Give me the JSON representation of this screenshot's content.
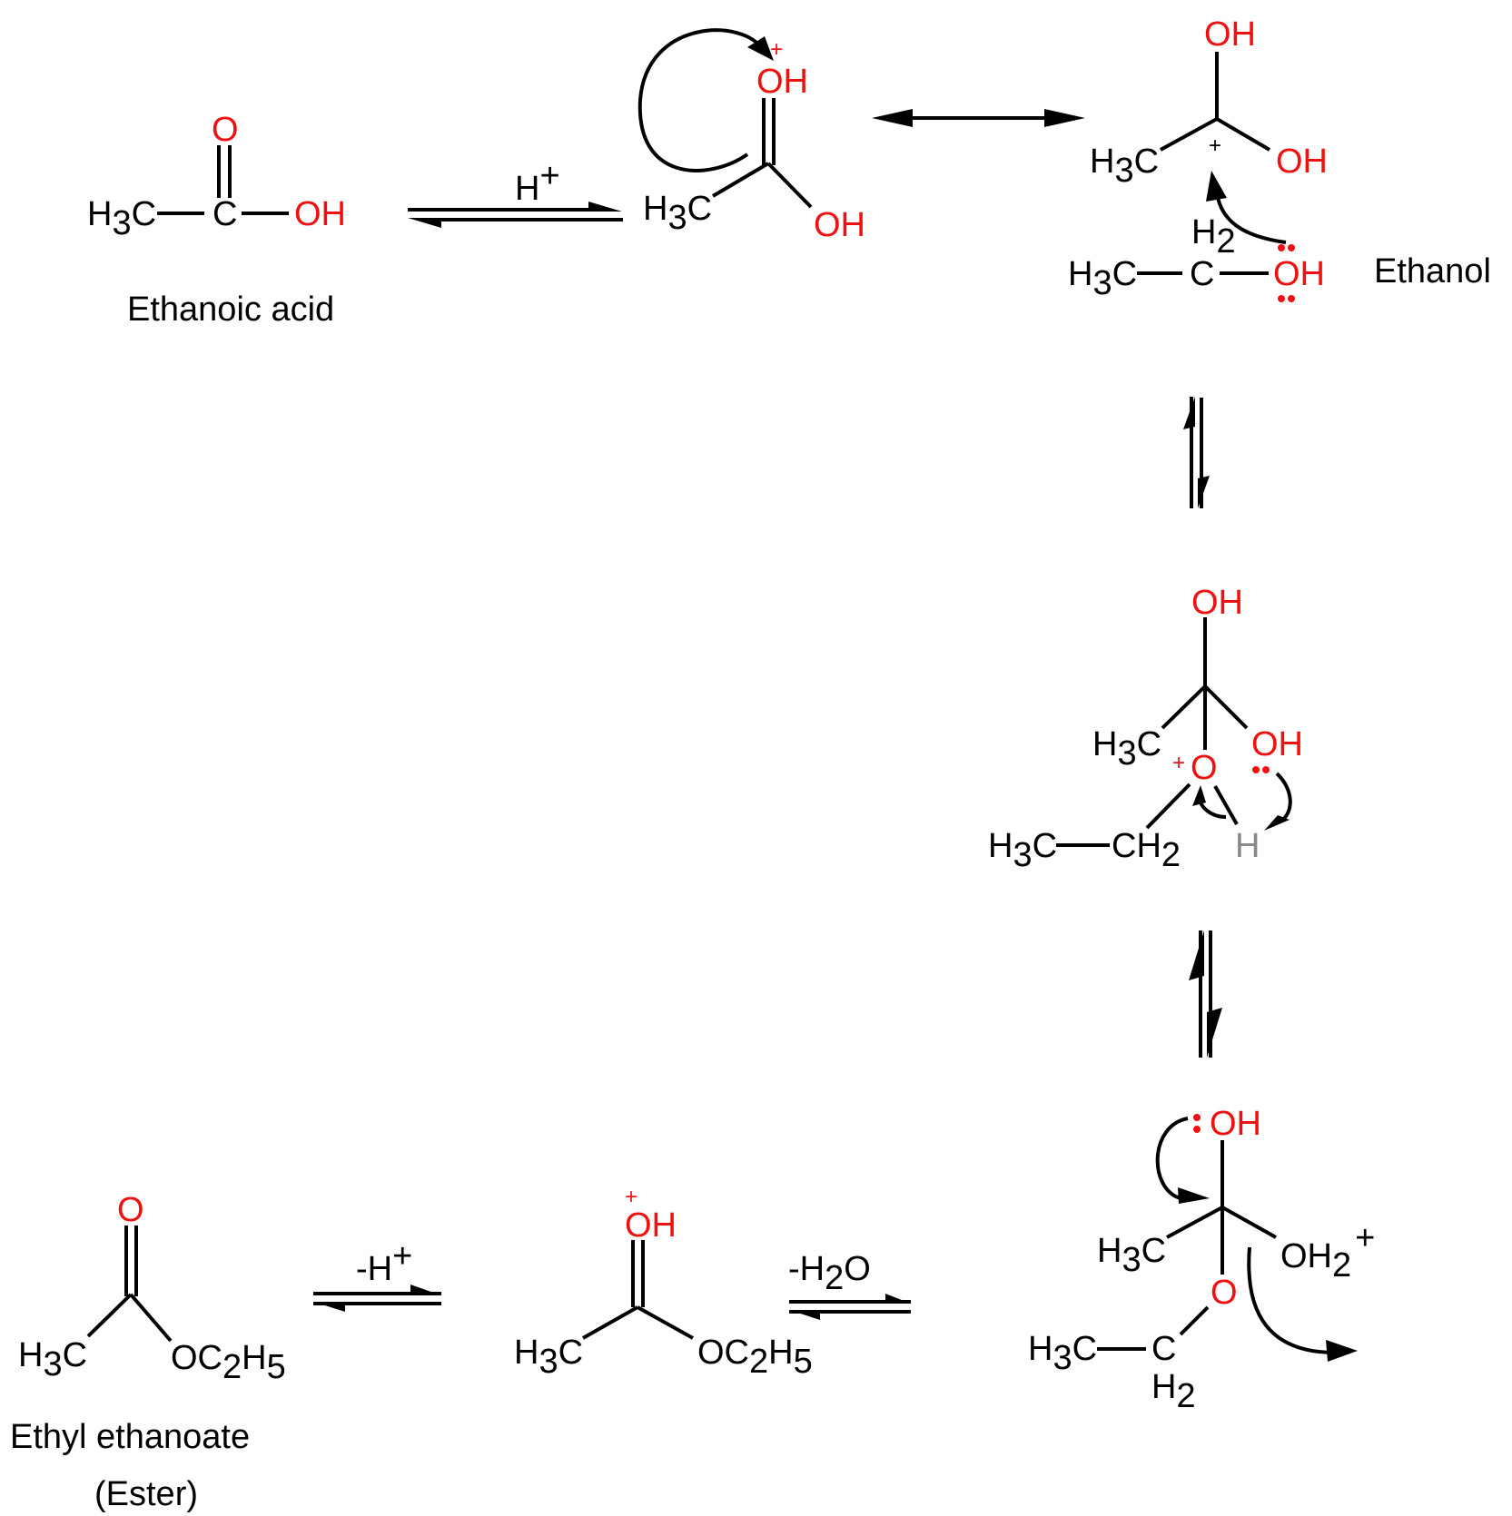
{
  "title": "Acid-catalysed esterification mechanism (Fischer esterification)",
  "colors": {
    "heteroatom": "#ee1111",
    "carbon": "#000000",
    "migrating_h": "#888888",
    "background": "#ffffff"
  },
  "molecules": {
    "ethanoic_acid": {
      "name": "Ethanoic acid",
      "atoms": {
        "ch3": "H",
        "ch3_sub": "3",
        "ch3_c": "C",
        "c": "C",
        "o_double": "O",
        "oh": "OH"
      }
    },
    "protonated_acid": {
      "atoms": {
        "ch3": "H",
        "ch3_sub": "3",
        "ch3_c": "C",
        "oh_plus": "OH",
        "charge": "+",
        "oh": "OH"
      }
    },
    "carbocation": {
      "atoms": {
        "ch3": "H",
        "ch3_sub": "3",
        "ch3_c": "C",
        "oh_top": "OH",
        "oh_right": "OH",
        "charge": "+"
      }
    },
    "ethanol": {
      "name": "Ethanol",
      "atoms": {
        "ch3": "H",
        "ch3_sub": "3",
        "ch3_c": "C",
        "ch2_h": "H",
        "ch2_sub": "2",
        "c": "C",
        "oh": "OH"
      }
    },
    "oxonium_intermediate": {
      "atoms": {
        "oh_top": "OH",
        "ch3": "H",
        "ch3_sub": "3",
        "ch3_c": "C",
        "oh_right": "OH",
        "o_plus": "O",
        "charge": "+",
        "ethyl_ch3": "H",
        "ethyl_ch3_sub": "3",
        "ethyl_ch3_c": "C",
        "ch2": "CH",
        "ch2_sub": "2",
        "h": "H"
      }
    },
    "water_leaving_intermediate": {
      "atoms": {
        "oh_top": "OH",
        "ch3": "H",
        "ch3_sub": "3",
        "ch3_c": "C",
        "oh2": "OH",
        "oh2_sub": "2",
        "charge": "+",
        "o": "O",
        "ethyl_ch3": "H",
        "ethyl_ch3_sub": "3",
        "ethyl_ch3_c": "C",
        "c": "C",
        "ch2_h": "H",
        "ch2_sub": "2"
      }
    },
    "protonated_ester": {
      "atoms": {
        "oh_plus": "OH",
        "charge": "+",
        "ch3": "H",
        "ch3_sub": "3",
        "ch3_c": "C",
        "oet_o": "OC",
        "oet_sub1": "2",
        "oet_h": "H",
        "oet_sub2": "5"
      }
    },
    "ethyl_ethanoate": {
      "name": "Ethyl ethanoate",
      "subname": "(Ester)",
      "atoms": {
        "o": "O",
        "ch3": "H",
        "ch3_sub": "3",
        "ch3_c": "C",
        "oet_o": "OC",
        "oet_sub1": "2",
        "oet_h": "H",
        "oet_sub2": "5"
      }
    }
  },
  "arrows": {
    "step1": {
      "type": "equilibrium",
      "reagent": "H",
      "reagent_sup": "+"
    },
    "resonance": {
      "type": "resonance"
    },
    "step2": {
      "type": "equilibrium"
    },
    "step3": {
      "type": "equilibrium"
    },
    "step4": {
      "type": "equilibrium",
      "reagent": "-H",
      "reagent_sub": "2",
      "reagent_tail": "O"
    },
    "step5": {
      "type": "equilibrium",
      "reagent": "-H",
      "reagent_sup": "+"
    }
  }
}
